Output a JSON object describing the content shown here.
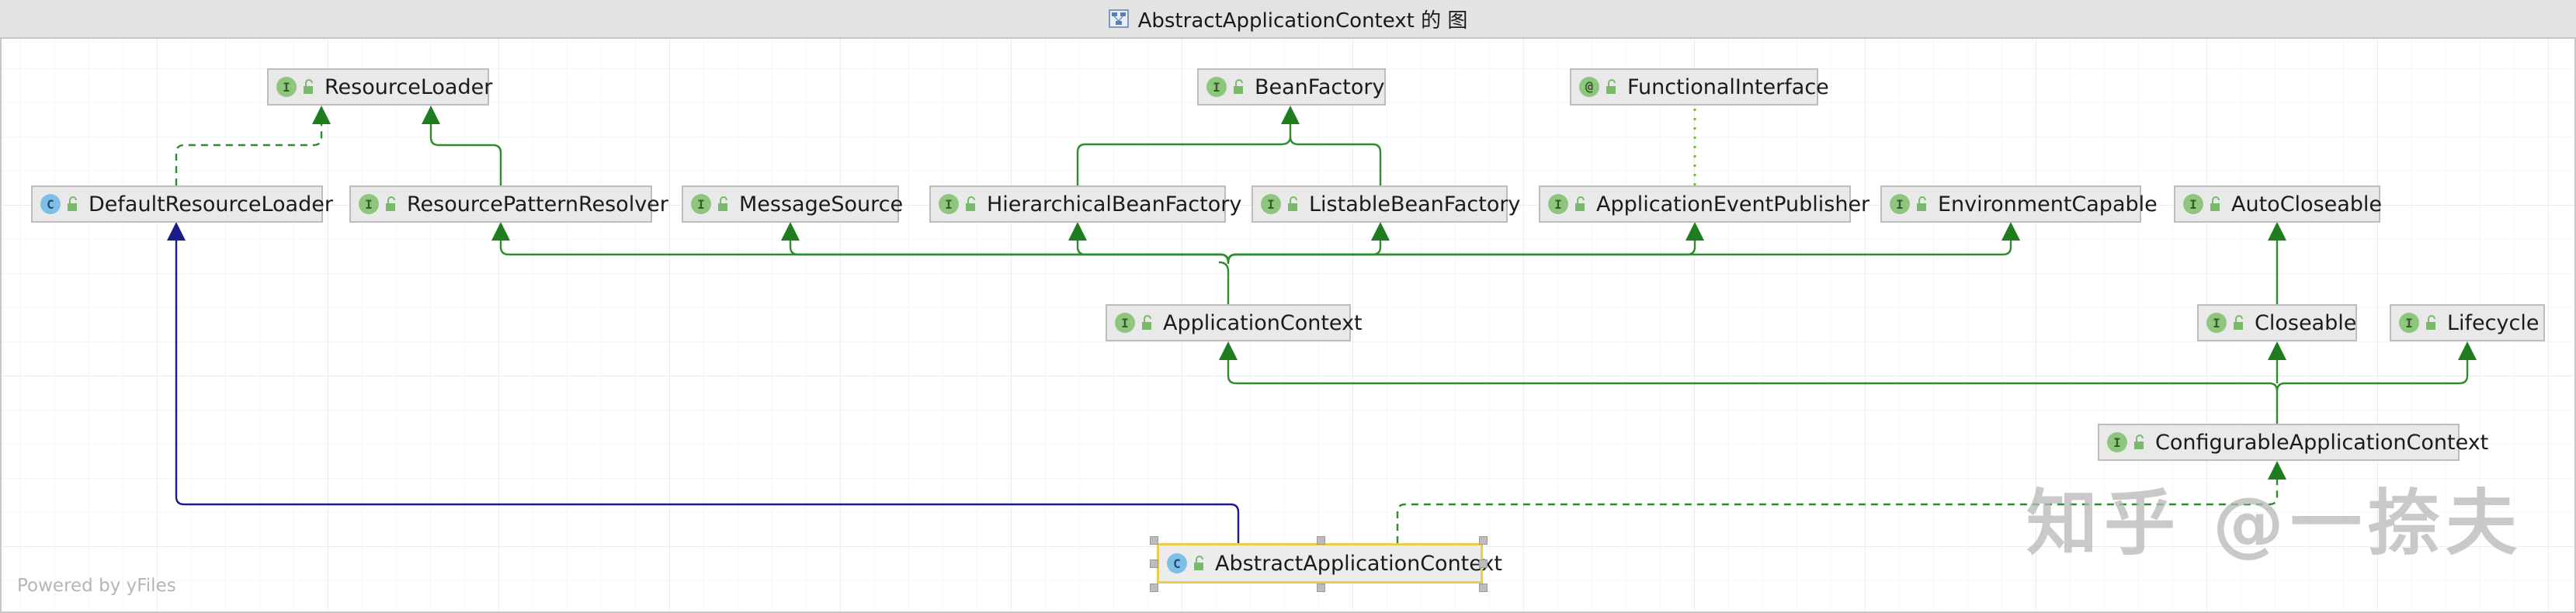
{
  "window": {
    "title": "AbstractApplicationContext 的 图",
    "title_icon": "diagram-icon"
  },
  "nodes": {
    "resource_loader": {
      "label": "ResourceLoader",
      "kind": "I"
    },
    "bean_factory": {
      "label": "BeanFactory",
      "kind": "I"
    },
    "functional_interface": {
      "label": "FunctionalInterface",
      "kind": "@"
    },
    "default_resource_loader": {
      "label": "DefaultResourceLoader",
      "kind": "C"
    },
    "resource_pattern_resolver": {
      "label": "ResourcePatternResolver",
      "kind": "I"
    },
    "message_source": {
      "label": "MessageSource",
      "kind": "I"
    },
    "hierarchical_bean_factory": {
      "label": "HierarchicalBeanFactory",
      "kind": "I"
    },
    "listable_bean_factory": {
      "label": "ListableBeanFactory",
      "kind": "I"
    },
    "application_event_publisher": {
      "label": "ApplicationEventPublisher",
      "kind": "I"
    },
    "environment_capable": {
      "label": "EnvironmentCapable",
      "kind": "I"
    },
    "auto_closeable": {
      "label": "AutoCloseable",
      "kind": "I"
    },
    "application_context": {
      "label": "ApplicationContext",
      "kind": "I"
    },
    "closeable": {
      "label": "Closeable",
      "kind": "I"
    },
    "lifecycle": {
      "label": "Lifecycle",
      "kind": "I"
    },
    "configurable_application_context": {
      "label": "ConfigurableApplicationContext",
      "kind": "I"
    },
    "abstract_application_context": {
      "label": "AbstractApplicationContext",
      "kind": "C"
    }
  },
  "colors": {
    "interface_edge": "#2e8b2e",
    "class_edge": "#1b1b8a",
    "selection_border": "#e9cf4d"
  },
  "footer": {
    "powered_by": "Powered by yFiles"
  },
  "watermark": {
    "text": "知乎 @一捺夫"
  }
}
